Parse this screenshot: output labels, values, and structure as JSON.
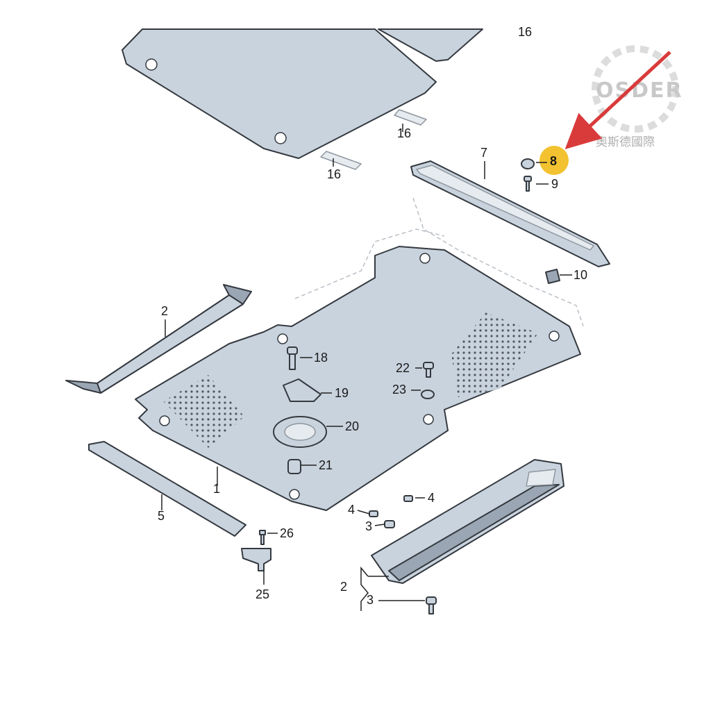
{
  "watermark": {
    "brand": "OSDER",
    "subtitle": "奧斯德國際"
  },
  "colors": {
    "highlight": "#f2c230",
    "arrow": "#d93b3b",
    "part_fill": "#c9d3de",
    "part_stroke": "#34393f"
  },
  "callouts": {
    "c1": "1",
    "c2_left": "2",
    "c2_right": "2",
    "c3_upper": "3",
    "c3_lower": "3",
    "c4_left": "4",
    "c4_right": "4",
    "c5": "5",
    "c7": "7",
    "c8": "8",
    "c9": "9",
    "c10": "10",
    "c16_top": "16",
    "c16_mid": "16",
    "c16_low": "16",
    "c18": "18",
    "c19": "19",
    "c20": "20",
    "c21": "21",
    "c22": "22",
    "c23": "23",
    "c25": "25",
    "c26": "26"
  },
  "highlighted_part": "8"
}
